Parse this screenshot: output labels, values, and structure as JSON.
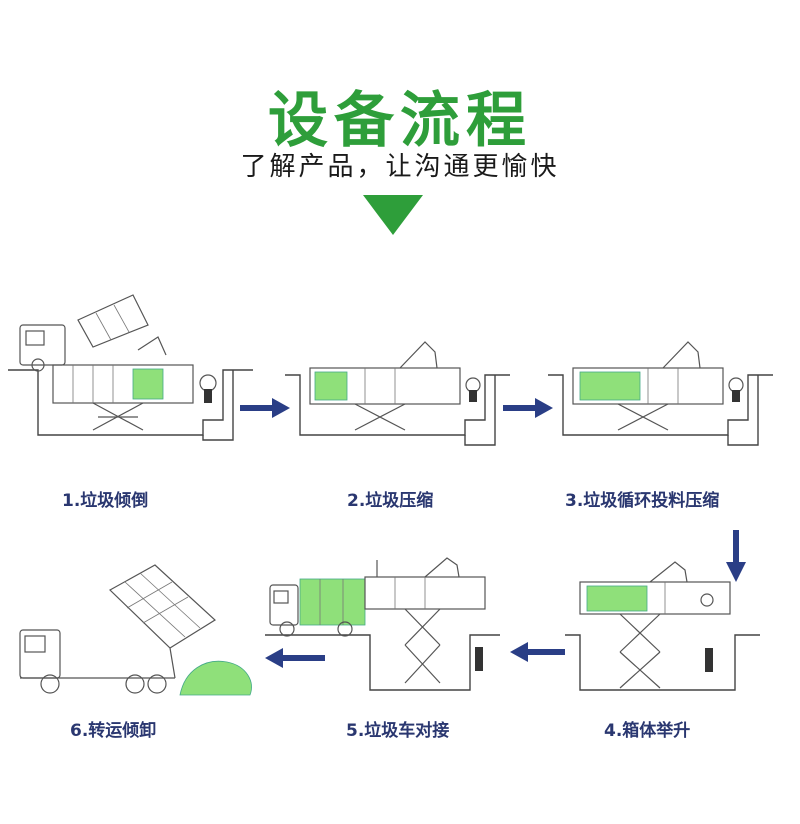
{
  "header": {
    "title": "设备流程",
    "subtitle": "了解产品，让沟通更愉快"
  },
  "colors": {
    "accent_green": "#2e9e3a",
    "label_navy": "#2a3770",
    "arrow_blue": "#2a3e86",
    "bin_green": "#8fe07a"
  },
  "steps": [
    {
      "label": "1.垃圾倾倒"
    },
    {
      "label": "2.垃圾压缩"
    },
    {
      "label": "3.垃圾循环投料压缩"
    },
    {
      "label": "4.箱体举升"
    },
    {
      "label": "5.垃圾车对接"
    },
    {
      "label": "6.转运倾卸"
    }
  ],
  "icons": [
    "arrow-right-icon",
    "arrow-down-icon",
    "arrow-left-icon",
    "down-triangle-icon"
  ]
}
